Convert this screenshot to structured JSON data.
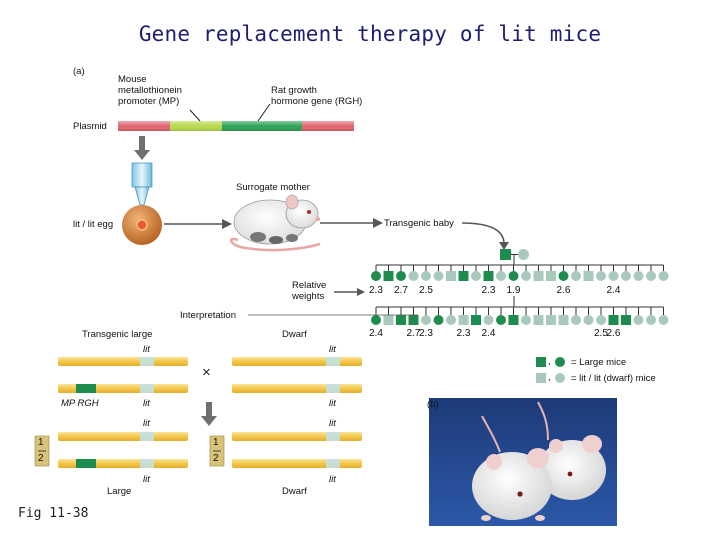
{
  "slide": {
    "title": "Gene replacement therapy of lit mice",
    "figure_label": "Fig 11-38"
  },
  "part_a": {
    "panel_label": "(a)",
    "promoter_label": [
      "Mouse",
      "metallothionein",
      "promoter (MP)"
    ],
    "gene_label": [
      "Rat growth",
      "hormone gene (RGH)"
    ],
    "plasmid_label": "Plasmid",
    "egg_label": "lit / lit egg",
    "surrogate_label": "Surrogate mother",
    "baby_label": "Transgenic baby",
    "relative_weights_label": [
      "Relative",
      "weights"
    ],
    "interpretation_label": "Interpretation",
    "weights_row1": [
      "2.3",
      "2.7",
      "2.5",
      "2.3",
      "1.9",
      "2.6",
      "2.4"
    ],
    "weights_row2": [
      "2.4",
      "2.7",
      "2.3",
      "2.3",
      "2.4",
      "2.5",
      "2.6"
    ],
    "legend": {
      "large": "= Large mice",
      "dwarf": "= lit / lit (dwarf) mice",
      "dwarf_comma": ",",
      "large_comma": ","
    },
    "chromosomes": {
      "left_header": "Transgenic large",
      "right_header": "Dwarf",
      "lit": "lit",
      "mp_rgh": "MP RGH",
      "cross": "×",
      "fraction_num": "1",
      "fraction_den": "2",
      "left_footer": "Large",
      "right_footer": "Dwarf"
    },
    "colors": {
      "transgenic_green": "#1e8c4e",
      "dwarf_gray": "#a9c9bd",
      "chromosome_yellow": "#f2c84a",
      "plasmid_red": "#e06670",
      "plasmid_yellowgreen": "#b9d84e",
      "plasmid_green": "#2fa357"
    }
  },
  "part_b": {
    "panel_label": "(b)"
  }
}
